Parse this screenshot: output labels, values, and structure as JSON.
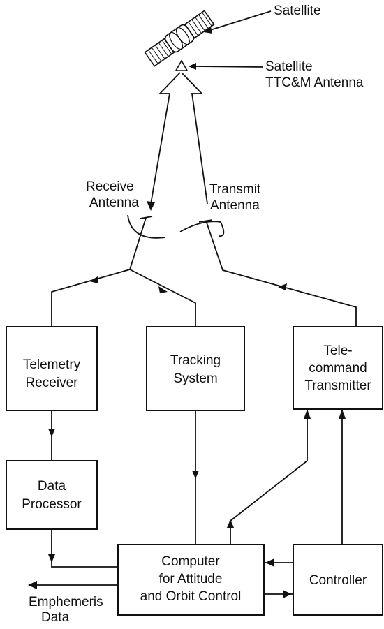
{
  "labels": {
    "satellite": "Satellite",
    "satellite_antenna_line1": "Satellite",
    "satellite_antenna_line2": "TTC&M Antenna",
    "receive_antenna_line1": "Receive",
    "receive_antenna_line2": "Antenna",
    "transmit_antenna_line1": "Transmit",
    "transmit_antenna_line2": "Antenna",
    "emphemeris_line1": "Emphemeris",
    "emphemeris_line2": "Data"
  },
  "blocks": {
    "telemetry_receiver": [
      "Telemetry",
      "Receiver"
    ],
    "tracking_system": [
      "Tracking",
      "System"
    ],
    "telecommand_transmitter": [
      "Tele-",
      "command",
      "Transmitter"
    ],
    "data_processor": [
      "Data",
      "Processor"
    ],
    "computer": [
      "Computer",
      "for Attitude",
      "and Orbit Control"
    ],
    "controller": [
      "Controller"
    ]
  }
}
